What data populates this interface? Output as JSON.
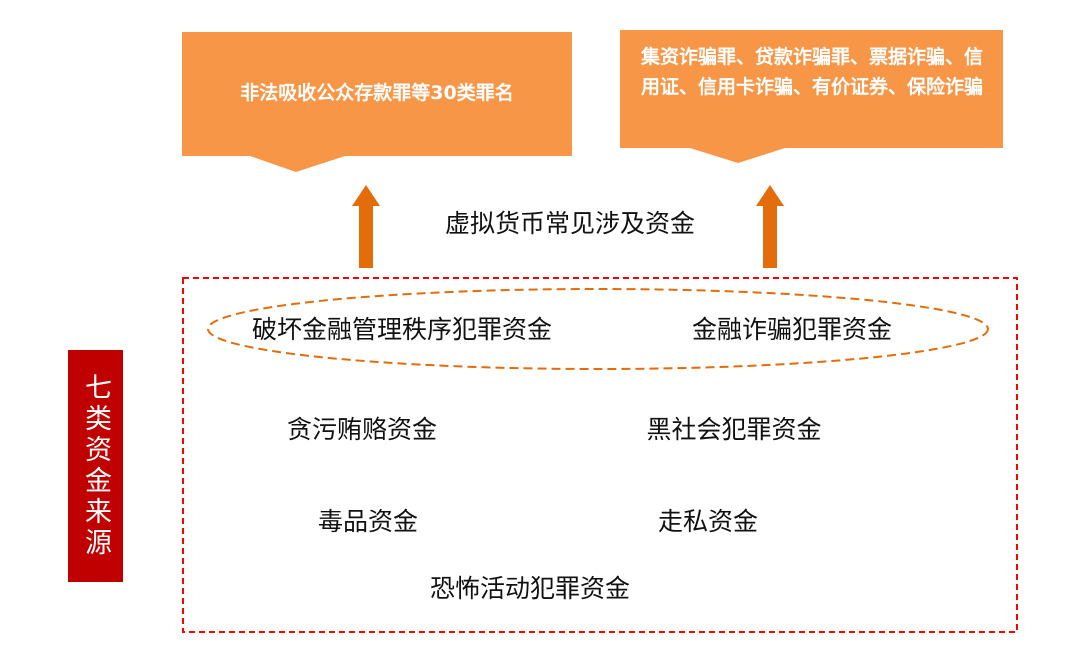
{
  "callouts": [
    {
      "text": "非法吸收公众存款罪等30类罪名"
    },
    {
      "text": "集资诈骗罪、贷款诈骗罪、票据诈骗、信用证、信用卡诈骗、有价证券、保险诈骗"
    }
  ],
  "middle_label": "虚拟货币常见涉及资金",
  "side_label": "七类资金来源",
  "fund_types": [
    "破坏金融管理秩序犯罪资金",
    "金融诈骗犯罪资金",
    "贪污贿赂资金",
    "黑社会犯罪资金",
    "毒品资金",
    "走私资金",
    "恐怖活动犯罪资金"
  ],
  "colors": {
    "callout": "#f79646",
    "arrow": "#e46c0a",
    "dashed_box": "#ff0000",
    "side_box": "#c00000",
    "ellipse": "#e46c0a"
  }
}
